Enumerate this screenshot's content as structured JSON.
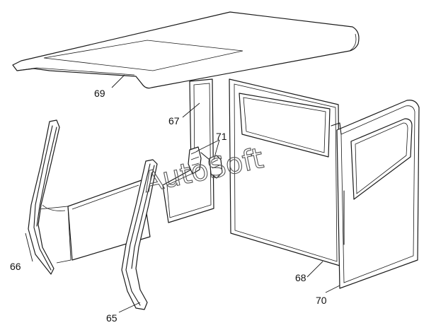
{
  "callouts": {
    "c65": "65",
    "c66": "66",
    "c67": "67",
    "c68": "68",
    "c69": "69",
    "c70": "70",
    "c71": "71"
  },
  "watermark": "AutoSoft",
  "colors": {
    "ink": "#1a1a1a",
    "paper": "#ffffff"
  }
}
